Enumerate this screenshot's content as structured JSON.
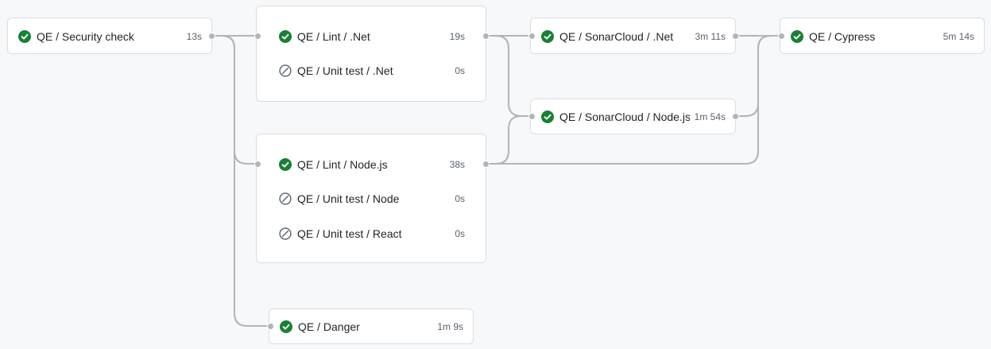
{
  "colors": {
    "background": "#f6f8fa",
    "card_border": "#d8dee4",
    "success": "#1a7f37",
    "skipped": "#59636e",
    "connector": "#aeb5bd"
  },
  "jobs": {
    "security_check": {
      "name": "QE / Security check",
      "duration": "13s",
      "status": "success"
    },
    "lint_net": {
      "name": "QE / Lint / .Net",
      "duration": "19s",
      "status": "success"
    },
    "unit_test_net": {
      "name": "QE / Unit test / .Net",
      "duration": "0s",
      "status": "skipped"
    },
    "lint_node": {
      "name": "QE / Lint / Node.js",
      "duration": "38s",
      "status": "success"
    },
    "unit_test_node": {
      "name": "QE / Unit test / Node",
      "duration": "0s",
      "status": "skipped"
    },
    "unit_test_react": {
      "name": "QE / Unit test / React",
      "duration": "0s",
      "status": "skipped"
    },
    "danger": {
      "name": "QE / Danger",
      "duration": "1m 9s",
      "status": "success"
    },
    "sonar_net": {
      "name": "QE / SonarCloud / .Net",
      "duration": "3m 11s",
      "status": "success"
    },
    "sonar_node": {
      "name": "QE / SonarCloud / Node.js",
      "duration": "1m 54s",
      "status": "success"
    },
    "cypress": {
      "name": "QE / Cypress",
      "duration": "5m 14s",
      "status": "success"
    }
  },
  "icons": {
    "success": "check-circle-fill-icon",
    "skipped": "skip-icon"
  }
}
